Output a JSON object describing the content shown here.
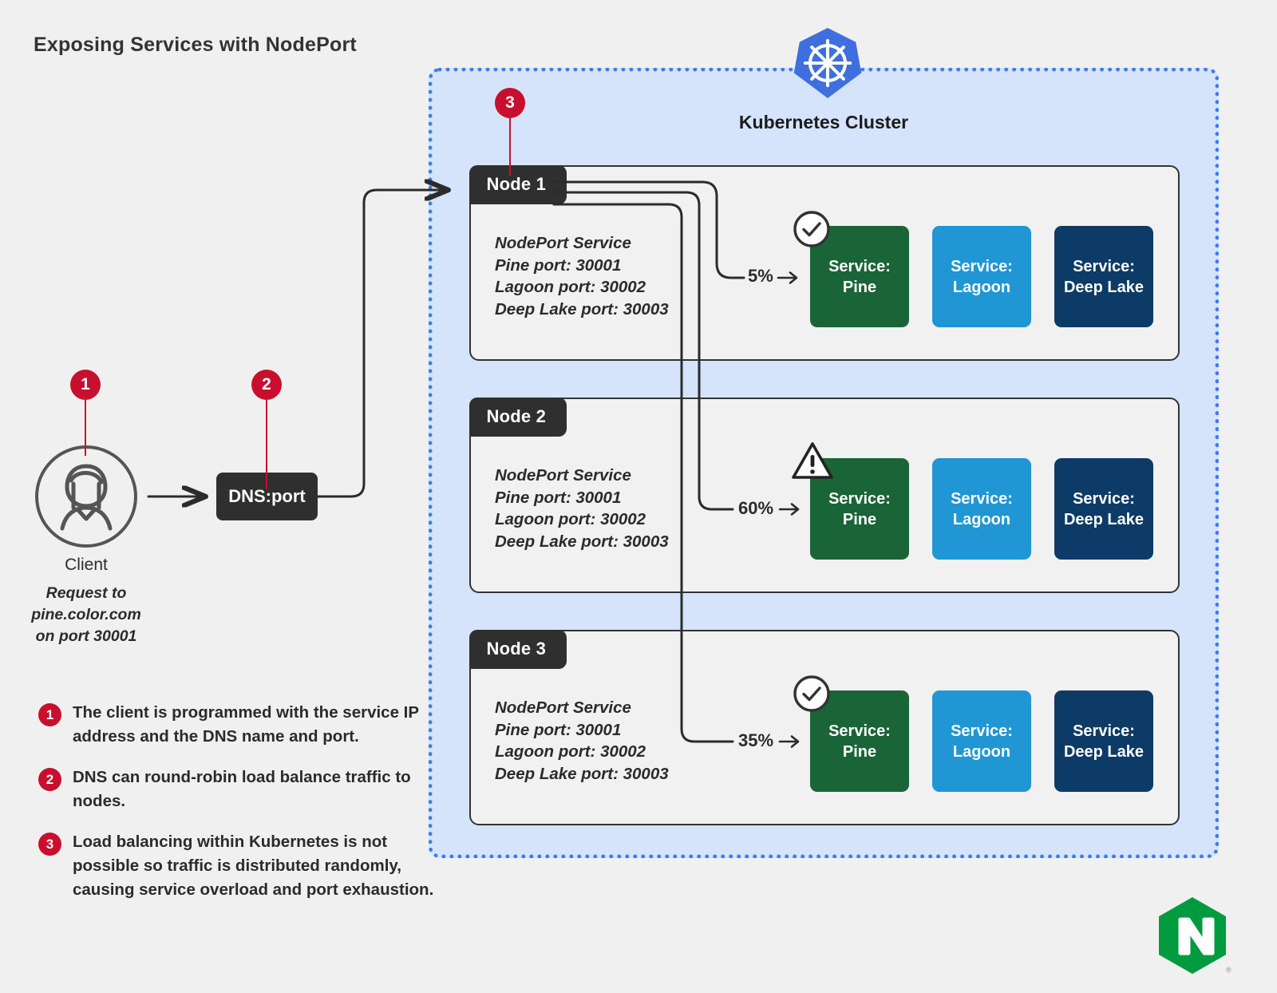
{
  "page": {
    "title": "Exposing Services with NodePort",
    "background": "#f0f0f0"
  },
  "colors": {
    "accent_red": "#c8102e",
    "cluster_fill": "#d6e4fb",
    "cluster_border": "#3d7cf0",
    "node_header": "#2f2f2f",
    "service_pine": "#1a6537",
    "service_lagoon": "#2096d4",
    "service_deep_lake": "#0b3b66",
    "nginx_green": "#009b3f",
    "k8s_blue": "#3f6fde"
  },
  "cluster": {
    "label": "Kubernetes Cluster",
    "logo_icon": "kubernetes-helm-icon"
  },
  "client": {
    "icon": "user-avatar-icon",
    "label": "Client",
    "sublabel": "Request to\npine.color.com\non port 30001"
  },
  "dns": {
    "label": "DNS:port"
  },
  "pins": [
    {
      "number": "1",
      "target": "client"
    },
    {
      "number": "2",
      "target": "dns"
    },
    {
      "number": "3",
      "target": "node-1"
    }
  ],
  "nodes": [
    {
      "name": "Node 1",
      "details": "NodePort Service\nPine port: 30001\nLagoon port: 30002\nDeep Lake port: 30003",
      "traffic_pct": "5%",
      "status_icon": "check-circle-icon",
      "services": [
        {
          "label": "Service:\nPine",
          "color": "#1a6537"
        },
        {
          "label": "Service:\nLagoon",
          "color": "#2096d4"
        },
        {
          "label": "Service:\nDeep Lake",
          "color": "#0b3b66"
        }
      ]
    },
    {
      "name": "Node 2",
      "details": "NodePort Service\nPine port: 30001\nLagoon port: 30002\nDeep Lake port: 30003",
      "traffic_pct": "60%",
      "status_icon": "warning-triangle-icon",
      "services": [
        {
          "label": "Service:\nPine",
          "color": "#1a6537"
        },
        {
          "label": "Service:\nLagoon",
          "color": "#2096d4"
        },
        {
          "label": "Service:\nDeep Lake",
          "color": "#0b3b66"
        }
      ]
    },
    {
      "name": "Node 3",
      "details": "NodePort Service\nPine port: 30001\nLagoon port: 30002\nDeep Lake port: 30003",
      "traffic_pct": "35%",
      "status_icon": "check-circle-icon",
      "services": [
        {
          "label": "Service:\nPine",
          "color": "#1a6537"
        },
        {
          "label": "Service:\nLagoon",
          "color": "#2096d4"
        },
        {
          "label": "Service:\nDeep Lake",
          "color": "#0b3b66"
        }
      ]
    }
  ],
  "legend": [
    {
      "number": "1",
      "text": "The client is programmed with the service IP address and the DNS name and port."
    },
    {
      "number": "2",
      "text": "DNS can round-robin load balance traffic to nodes."
    },
    {
      "number": "3",
      "text": "Load balancing within Kubernetes is not possible so traffic is distributed randomly, causing service overload and port exhaustion."
    }
  ],
  "branding": {
    "logo": "nginx-logo",
    "logo_letter": "N"
  }
}
